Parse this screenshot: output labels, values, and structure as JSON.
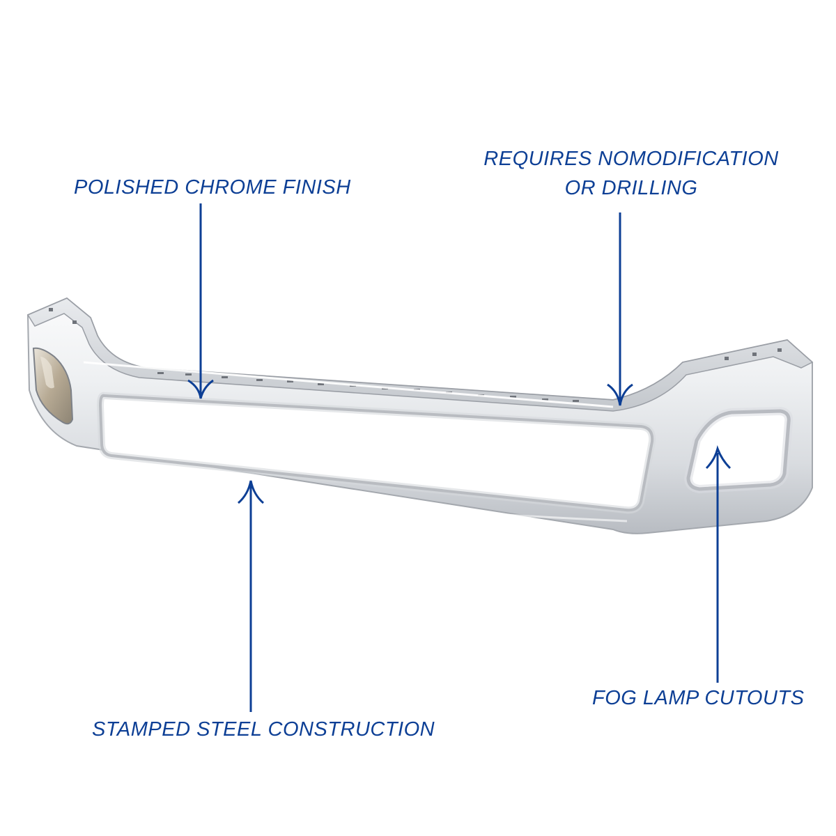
{
  "callouts": {
    "chrome_finish": "POLISHED CHROME FINISH",
    "no_modification": "REQUIRES NOMODIFICATION\nOR DRILLING",
    "steel_construction": "STAMPED STEEL CONSTRUCTION",
    "fog_lamp": "FOG LAMP CUTOUTS"
  },
  "colors": {
    "callout_blue": "#0d3f95",
    "chrome_light": "#f4f5f7",
    "chrome_mid": "#c9ccd2",
    "chrome_dark": "#8e9299"
  }
}
